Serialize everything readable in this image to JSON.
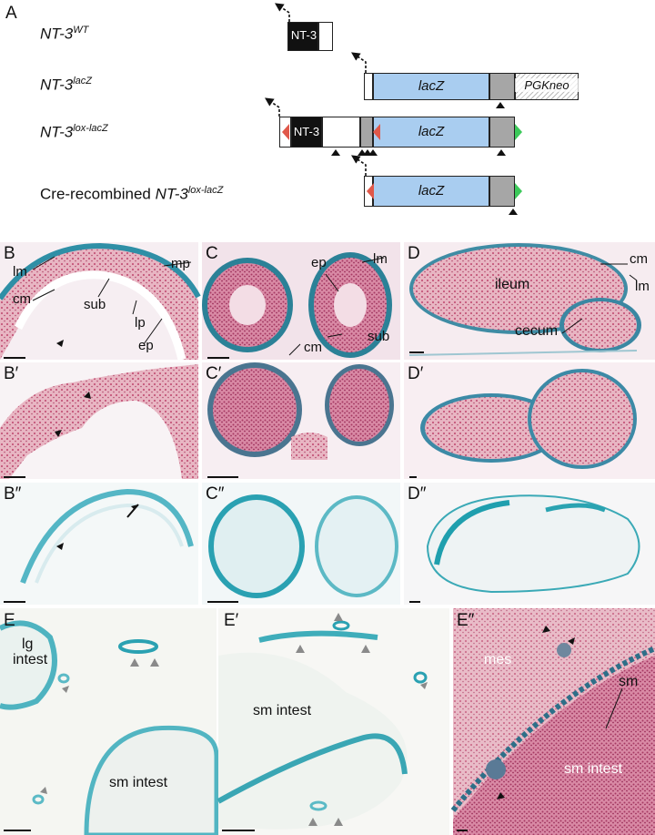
{
  "figure": {
    "panel_A": {
      "letter": "A",
      "rows": [
        {
          "name": "NT-3",
          "sup": "WT"
        },
        {
          "name": "NT-3",
          "sup": "lacZ"
        },
        {
          "name": "NT-3",
          "sup": "lox-lacZ"
        },
        {
          "prefix": "Cre-recombined ",
          "name": "NT-3",
          "sup": "lox-lacZ"
        }
      ],
      "box_labels": {
        "nt3": "NT-3",
        "lacz": "lacZ",
        "pgkneo": "PGKneo"
      }
    },
    "panels": {
      "B": "B",
      "B1": "B′",
      "B2": "B″",
      "C": "C",
      "C1": "C′",
      "C2": "C″",
      "D": "D",
      "D1": "D′",
      "D2": "D″",
      "E": "E",
      "E1": "E′",
      "E2": "E″"
    },
    "labels": {
      "B": {
        "lm": "lm",
        "mp": "mp",
        "cm": "cm",
        "sub": "sub",
        "lp": "lp",
        "ep": "ep"
      },
      "C": {
        "ep": "ep",
        "lm": "lm",
        "sub": "sub",
        "cm": "cm"
      },
      "D": {
        "ileum": "ileum",
        "cm": "cm",
        "lm": "lm",
        "cecum": "cecum"
      },
      "E": {
        "lg1": "lg",
        "lg2": "intest",
        "sm_intest": "sm intest"
      },
      "E1": {
        "sm_intest": "sm intest"
      },
      "E2": {
        "mes": "mes",
        "sm": "sm",
        "sm_intest": "sm intest"
      }
    },
    "colors": {
      "nt3_box": "#111111",
      "lacz_box": "#a9cdf0",
      "grey_box": "#a6a6a6",
      "lox_red": "#e0584a",
      "lox_green": "#3cc95a",
      "stain_blue": "#2f9aa8",
      "tissue_pink": "#c2506e"
    }
  }
}
